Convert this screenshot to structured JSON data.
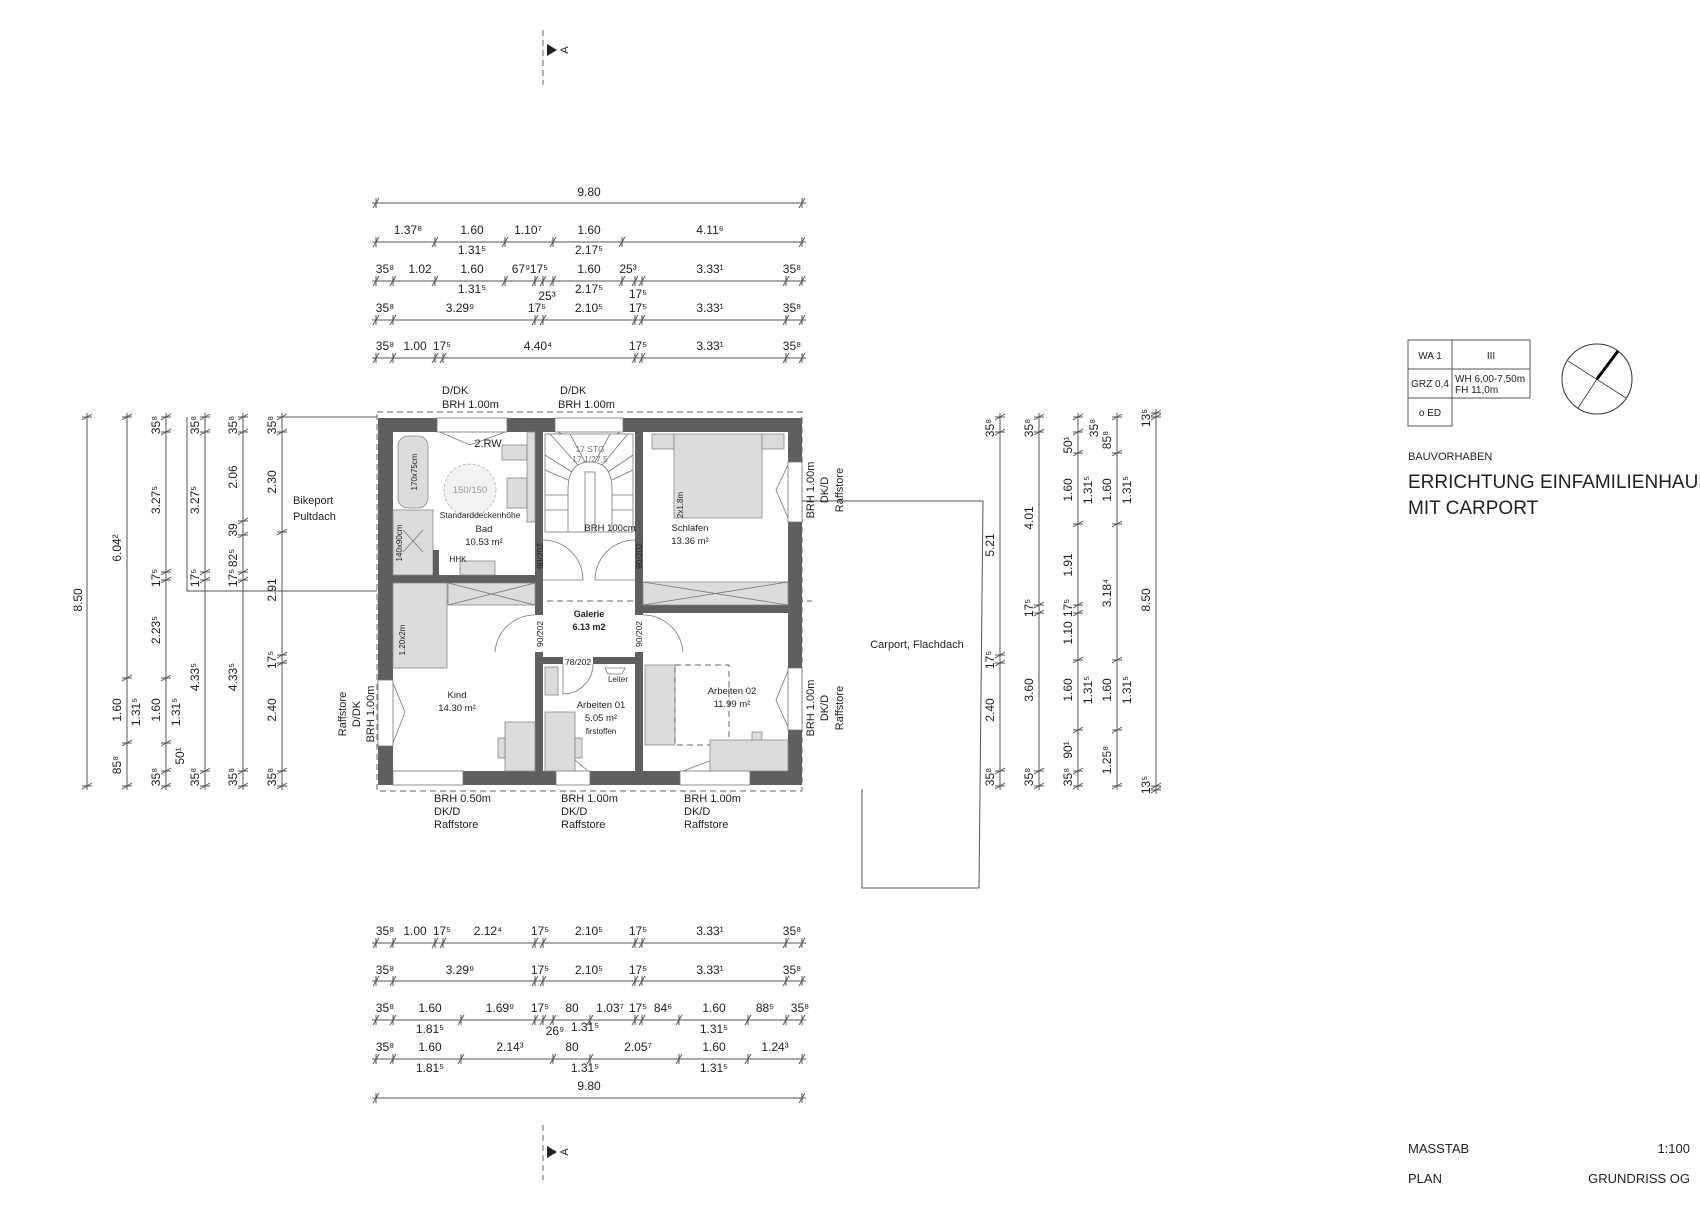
{
  "section_marker": {
    "top": "A",
    "bottom": "A"
  },
  "dimensions": {
    "top": [
      [
        "9.80"
      ],
      [
        "1.37⁸",
        "1.60",
        "1.10⁷",
        "1.60",
        "4.11⁶",
        "1.31⁵",
        "2.17⁵"
      ],
      [
        "35⁸",
        "1.02",
        "1.60",
        "67⁹",
        "17⁵",
        "1.60",
        "25³",
        "3.33¹",
        "35⁸",
        "1.31⁵",
        "2.17⁵",
        "25³",
        "17⁵"
      ],
      [
        "35⁸",
        "3.29⁹",
        "17⁵",
        "2.10⁵",
        "17⁵",
        "3.33¹",
        "35⁸"
      ],
      [
        "35⁸",
        "1.00",
        "17⁵",
        "4.40⁴",
        "17⁵",
        "3.33¹",
        "35⁸"
      ]
    ],
    "bottom": [
      [
        "35⁸",
        "1.00",
        "17⁵",
        "2.12⁴",
        "17⁵",
        "2.10⁵",
        "17⁵",
        "3.33¹",
        "35⁸"
      ],
      [
        "35⁸",
        "3.29⁹",
        "17⁵",
        "2.10⁵",
        "17⁵",
        "3.33¹",
        "35⁸"
      ],
      [
        "35⁸",
        "1.60",
        "1.69⁹",
        "17⁵",
        "80",
        "1.03⁷",
        "17⁵",
        "84⁶",
        "1.60",
        "88⁵",
        "35⁸",
        "1.81⁵",
        "26⁹",
        "1.31⁵",
        "1.31⁵"
      ],
      [
        "35⁸",
        "1.60",
        "2.14³",
        "80",
        "2.05⁷",
        "1.60",
        "1.24³",
        "1.81⁵",
        "1.31⁵",
        "1.31⁵"
      ],
      [
        "9.80"
      ]
    ],
    "left": [
      [
        "8.50"
      ],
      [
        "6.04²",
        "1.60",
        "85⁸",
        "1.31⁵"
      ],
      [
        "35⁸",
        "3.27⁵",
        "17⁵",
        "2.23⁵",
        "1.60",
        "35⁸",
        "1.31⁵",
        "50¹"
      ],
      [
        "35⁸",
        "3.27⁵",
        "17⁵",
        "4.33⁵",
        "35⁸"
      ],
      [
        "35⁸",
        "2.06",
        "39",
        "82⁵",
        "17⁵",
        "4.33⁵",
        "35⁸"
      ],
      [
        "35⁸",
        "2.30",
        "2.91",
        "17⁵",
        "2.40",
        "35⁸"
      ]
    ],
    "right": [
      [
        "35⁸",
        "5.21",
        "17⁵",
        "2.40",
        "35⁸"
      ],
      [
        "35⁸",
        "4.01",
        "17⁵",
        "3.60",
        "35⁸"
      ],
      [
        "50¹",
        "1.60",
        "1.91",
        "17⁵",
        "1.10",
        "1.60",
        "90¹",
        "35⁸",
        "1.31⁵",
        "1.31⁵"
      ],
      [
        "35⁸",
        "85⁸",
        "1.60",
        "3.18⁴",
        "1.60",
        "1.25⁸",
        "1.31⁵",
        "1.31⁵"
      ],
      [
        "13⁵",
        "8.50",
        "13⁵"
      ]
    ]
  },
  "windows": {
    "top_bad": {
      "type": "D/DK",
      "brh": "BRH 1.00m"
    },
    "top_stairs": {
      "type": "D/DK",
      "brh": "BRH 1.00m"
    },
    "left_kind": {
      "shade": "Raffstore",
      "type": "D/DK",
      "brh": "BRH 1.00m"
    },
    "right_schlafen": {
      "brh": "BRH 1.00m",
      "type": "DK/D",
      "shade": "Raffstore"
    },
    "right_arbeiten": {
      "brh": "BRH 1.00m",
      "type": "DK/D",
      "shade": "Raffstore"
    },
    "bottom_kind": {
      "brh": "BRH 0.50m",
      "type": "DK/D",
      "shade": "Raffstore"
    },
    "bottom_arbeiten01": {
      "brh": "BRH 1.00m",
      "type": "DK/D",
      "shade": "Raffstore"
    },
    "bottom_arbeiten02": {
      "brh": "BRH 1.00m",
      "type": "DK/D",
      "shade": "Raffstore"
    }
  },
  "annexes": {
    "bikeport": [
      "Bikeport",
      "Pultdach"
    ],
    "carport": "Carport, Flachdach"
  },
  "rooms": {
    "bad": {
      "name": "Bad",
      "area": "10.53 m²",
      "note_window": "2.RW",
      "turning_circle": "150/150",
      "ceiling": "Standarddeckenhöhe",
      "tub": "170x75cm",
      "shower": "140x90cm",
      "hhk": "HHK"
    },
    "stairs": {
      "steps": "17 STG",
      "ratio": "17,1/27,5",
      "brh": "BRH 100cm"
    },
    "schlafen": {
      "name": "Schlafen",
      "area": "13.36 m²",
      "bed": "2x1.8m"
    },
    "galerie": {
      "name": "Galerie",
      "area": "6.13 m2"
    },
    "kind": {
      "name": "Kind",
      "area": "14.30 m²",
      "bed": "1.20x2m"
    },
    "arbeiten01": {
      "name": "Arbeiten 01",
      "area": "5.05 m²",
      "note": "firstoffen",
      "ladder": "Leiter"
    },
    "arbeiten02": {
      "name": "Arbeiten 02",
      "area": "11.99 m²"
    },
    "doors": {
      "d1": "90/202",
      "d2": "90/202",
      "d3": "90/202",
      "d4": "90/202",
      "d5": "78/202"
    }
  },
  "zoning_table": {
    "r1c1": "WA 1",
    "r1c2": "III",
    "r2c1": "GRZ 0,4",
    "r2c2a": "WH 6,00-7,50m",
    "r2c2b": "FH 11,0m",
    "r3c1": "o ED"
  },
  "title_block": {
    "project_label": "BAUVORHABEN",
    "project_line1": "ERRICHTUNG EINFAMILIENHAUS",
    "project_line2": "MIT CARPORT",
    "scale_label": "MASSTAB",
    "scale_value": "1:100",
    "plan_label": "PLAN",
    "plan_value": "GRUNDRISS OG"
  }
}
